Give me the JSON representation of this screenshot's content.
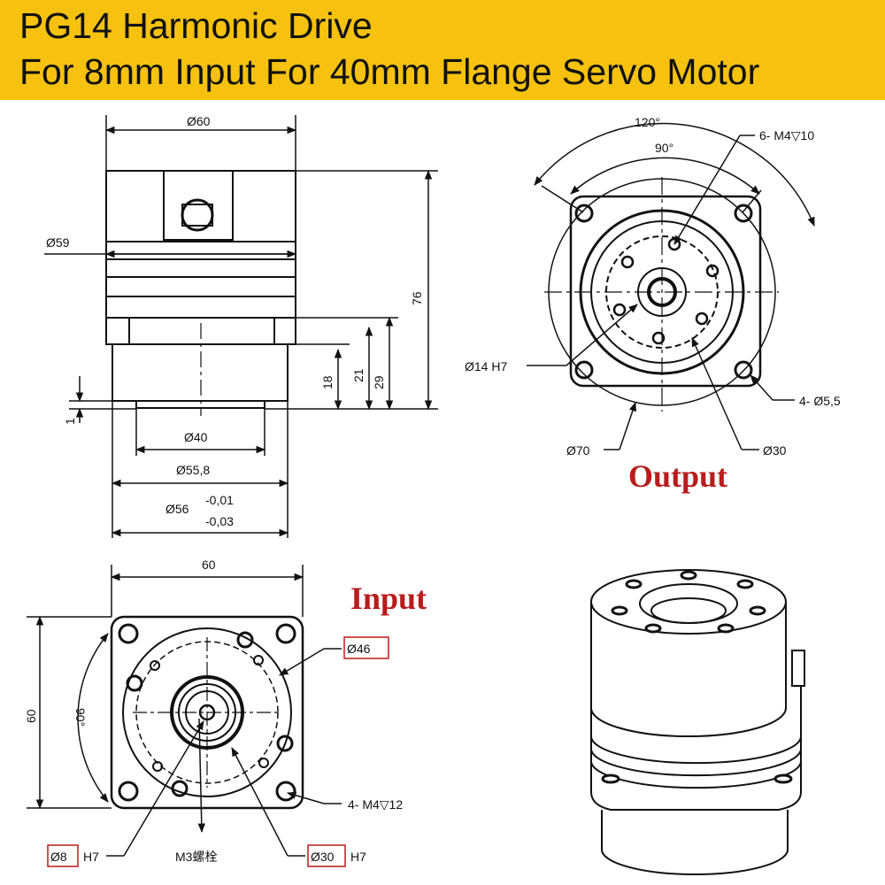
{
  "header": {
    "title_line1": "PG14 Harmonic Drive",
    "title_line2": "For 8mm Input For 40mm Flange Servo Motor",
    "background": "#f6c20f"
  },
  "side_view": {
    "d60": "Ø60",
    "d59": "Ø59",
    "len76": "76",
    "len18": "18",
    "len21": "21",
    "len29": "29",
    "len1": "1",
    "d40": "Ø40",
    "d55_8": "Ø55,8",
    "d56": "Ø56",
    "tol_upper": "-0,01",
    "tol_lower": "-0,03"
  },
  "output_view": {
    "angle120": "120°",
    "angle90": "90°",
    "threaded_holes": "6- M4▽10",
    "bore": "Ø14 H7",
    "corner_holes": "4- Ø5,5",
    "d70": "Ø70",
    "d30": "Ø30",
    "label": "Output",
    "label_color": "#b81c1c"
  },
  "input_view": {
    "width60": "60",
    "height60": "60",
    "angle90": "90°",
    "d46": "Ø46",
    "threaded_holes": "4- M4▽12",
    "bore_d8": "Ø8",
    "bore_fit": "H7",
    "screw": "M3螺栓",
    "d30": "Ø30",
    "d30_fit": "H7",
    "label": "Input",
    "label_color": "#b81c1c"
  }
}
